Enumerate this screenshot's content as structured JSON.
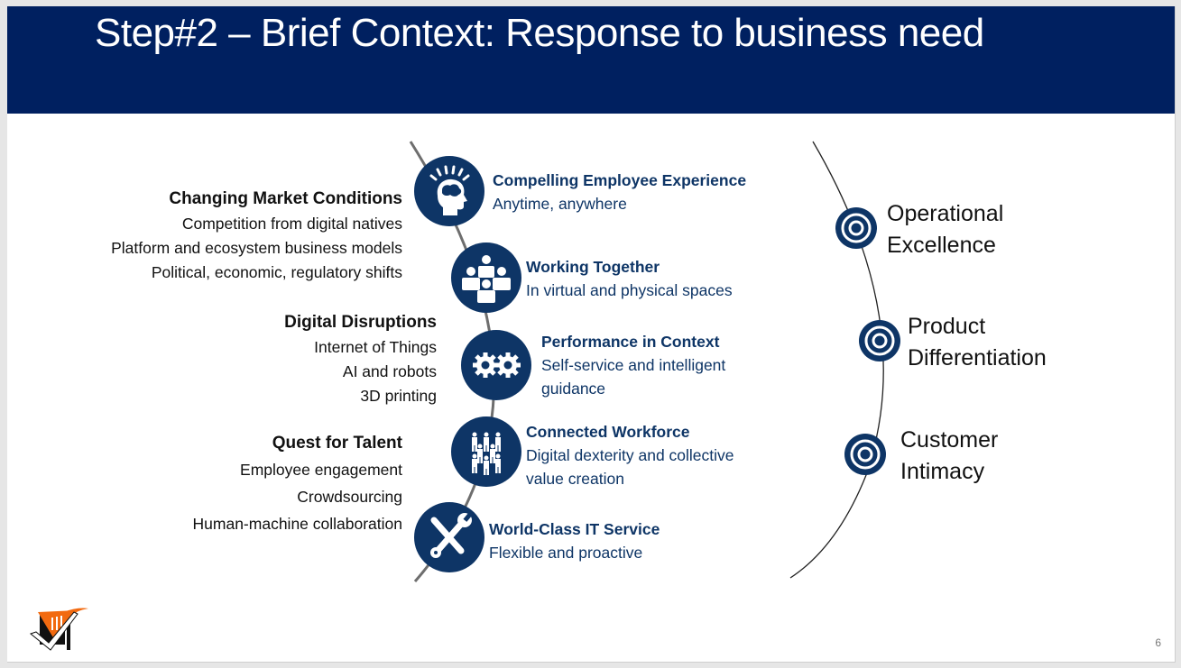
{
  "slide": {
    "title": "Step#2 – Brief Context: Response to business need",
    "page_number": "6"
  },
  "drivers": [
    {
      "heading": "Changing Market Conditions",
      "items": [
        "Competition from digital natives",
        "Platform and ecosystem business models",
        "Political, economic, regulatory shifts"
      ]
    },
    {
      "heading": "Digital Disruptions",
      "items": [
        "Internet of Things",
        "AI and robots",
        "3D printing"
      ]
    },
    {
      "heading": "Quest for Talent",
      "items": [
        "Employee engagement",
        "Crowdsourcing",
        "Human-machine collaboration"
      ]
    }
  ],
  "capabilities": [
    {
      "icon": "brain-head-icon",
      "title": "Compelling Employee Experience",
      "subtitle": "Anytime, anywhere"
    },
    {
      "icon": "team-icon",
      "title": "Working Together",
      "subtitle": "In virtual and physical spaces"
    },
    {
      "icon": "gears-icon",
      "title": "Performance in Context",
      "subtitle_lines": [
        "Self-service and intelligent",
        "guidance"
      ]
    },
    {
      "icon": "workforce-icon",
      "title": "Connected Workforce",
      "subtitle_lines": [
        "Digital dexterity and collective",
        "value creation"
      ]
    },
    {
      "icon": "tools-icon",
      "title": "World-Class IT Service",
      "subtitle": "Flexible and proactive"
    }
  ],
  "outcomes": [
    {
      "icon": "target-icon",
      "lines": [
        "Operational",
        "Excellence"
      ]
    },
    {
      "icon": "target-icon",
      "lines": [
        "Product",
        "Differentiation"
      ]
    },
    {
      "icon": "target-icon",
      "lines": [
        "Customer",
        "Intimacy"
      ]
    }
  ],
  "colors": {
    "title_bar": "#002060",
    "icon_fill": "#0e3566",
    "logo_orange": "#f26a10",
    "logo_black": "#111111"
  }
}
